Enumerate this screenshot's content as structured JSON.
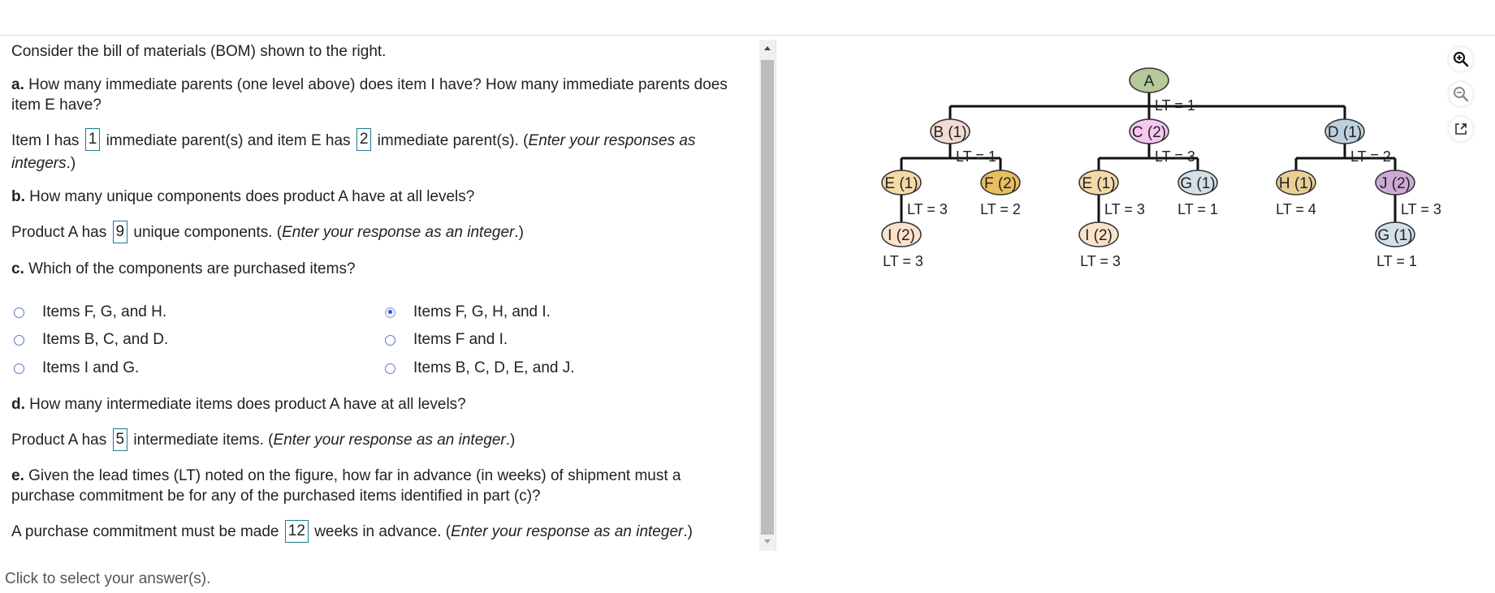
{
  "question": {
    "intro": "Consider the bill of materials (BOM) shown to the right.",
    "part_a": {
      "label": "a.",
      "prompt": "How many immediate parents (one level above) does item I have? How many immediate parents does item E have?",
      "answer_prefix": "Item I has",
      "answer_1": "1",
      "answer_mid": "immediate parent(s) and item E has",
      "answer_2": "2",
      "answer_suffix": "immediate parent(s). (",
      "hint": "Enter your responses as integers",
      "hint_end": ".)"
    },
    "part_b": {
      "label": "b.",
      "prompt": "How many unique components does product A have at all levels?",
      "answer_prefix": "Product A has",
      "answer": "9",
      "answer_suffix": "unique components. (",
      "hint": "Enter your response as an integer",
      "hint_end": ".)"
    },
    "part_c": {
      "label": "c.",
      "prompt": "Which of the components are purchased items?",
      "options": [
        {
          "label": "Items F, G, and H.",
          "selected": false
        },
        {
          "label": "Items B, C, and D.",
          "selected": false
        },
        {
          "label": "Items I and G.",
          "selected": false
        },
        {
          "label": "Items F, G, H, and I.",
          "selected": true
        },
        {
          "label": "Items F and I.",
          "selected": false
        },
        {
          "label": "Items B, C, D, E, and J.",
          "selected": false
        }
      ]
    },
    "part_d": {
      "label": "d.",
      "prompt": "How many intermediate items does product A have at all levels?",
      "answer_prefix": "Product A has",
      "answer": "5",
      "answer_suffix": "intermediate items. (",
      "hint": "Enter your response as an integer",
      "hint_end": ".)"
    },
    "part_e": {
      "label": "e.",
      "prompt": "Given the lead times (LT) noted on the figure, how far in advance (in weeks) of shipment must a purchase commitment be for any of the purchased items identified in part (c)?",
      "answer_prefix": "A purchase commitment must be made",
      "answer": "12",
      "answer_suffix": "weeks in advance. (",
      "hint": "Enter your response as an integer",
      "hint_end": ".)"
    }
  },
  "footer_hint": "Click to select your answer(s).",
  "bom": {
    "nodes": [
      {
        "id": "A",
        "label": "A",
        "color": "#b5c99a",
        "lt": "LT = 1"
      },
      {
        "id": "B",
        "label": "B (1)",
        "color": "#f0dcd2",
        "lt": "LT = 1"
      },
      {
        "id": "C",
        "label": "C (2)",
        "color": "#f7c6f2",
        "lt": "LT = 3"
      },
      {
        "id": "D",
        "label": "D (1)",
        "color": "#bcd0de",
        "lt": "LT = 2"
      },
      {
        "id": "E1",
        "label": "E (1)",
        "color": "#f5d9a6",
        "lt": "LT = 3"
      },
      {
        "id": "F",
        "label": "F (2)",
        "color": "#e8bf5e",
        "lt": "LT = 2"
      },
      {
        "id": "E2",
        "label": "E (1)",
        "color": "#f5d9a6",
        "lt": "LT = 3"
      },
      {
        "id": "G1",
        "label": "G (1)",
        "color": "#d3e0e8",
        "lt": "LT = 1"
      },
      {
        "id": "H",
        "label": "H (1)",
        "color": "#e9cf94",
        "lt": "LT = 4"
      },
      {
        "id": "J",
        "label": "J (2)",
        "color": "#cdaad6",
        "lt": "LT = 3"
      },
      {
        "id": "I1",
        "label": "I (2)",
        "color": "#fbe3cb",
        "lt": "LT = 3"
      },
      {
        "id": "I2",
        "label": "I (2)",
        "color": "#fbe3cb",
        "lt": "LT = 3"
      },
      {
        "id": "G2",
        "label": "G (1)",
        "color": "#d3e0e8",
        "lt": "LT = 1"
      }
    ]
  },
  "toolbar": {
    "zoom_in": "zoom-in",
    "zoom_out": "zoom-out",
    "popout": "open-in-new-window"
  }
}
